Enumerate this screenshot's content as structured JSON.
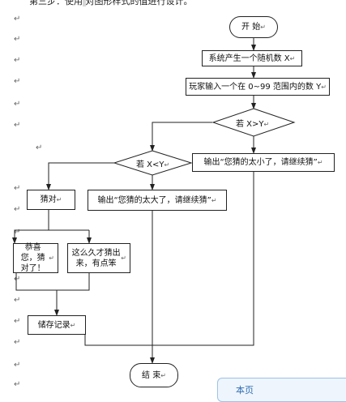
{
  "top_fragment": {
    "prefix": "第三步：使用",
    "highlighted": "                ",
    "suffix": "对图形样式的值进行设计。"
  },
  "margin_marks": [
    "↵",
    "↵",
    "↵",
    "↵",
    "↵",
    "↵",
    "↵",
    "↵",
    "↵",
    "↵",
    "↵",
    "↵",
    "↵",
    "↵",
    "↵",
    "↵",
    "↵",
    "↵",
    "↵",
    "↵"
  ],
  "flowchart": {
    "start": "开 始",
    "random": "系统产生一个随机数 X",
    "input": "玩家输入一个在 0~99 范围内的数 Y",
    "cond1": "若 X>Y",
    "out_small": "输出“您猜的太小了，请继续猜”",
    "cond2": "若 X<Y",
    "out_big": "输出“您猜的太大了，请继续猜”",
    "correct": "猜对",
    "congrats": "恭喜您，猜对了！",
    "late": "这么久才猜出来，有点笨",
    "save": "储存记录",
    "end": "结 束"
  },
  "paragraph_mark": "↵",
  "floating_tip": "本页"
}
